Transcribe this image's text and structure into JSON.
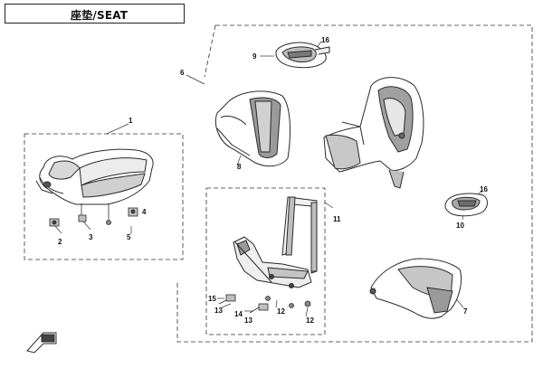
{
  "title": "座垫/SEAT",
  "callouts": {
    "c1": "1",
    "c2": "2",
    "c3": "3",
    "c4": "4",
    "c5": "5",
    "c6": "6",
    "c7": "7",
    "c8": "8",
    "c9": "9",
    "c10": "10",
    "c11": "11",
    "c12a": "12",
    "c12b": "12",
    "c13a": "13",
    "c13b": "13",
    "c14": "14",
    "c15": "15",
    "c16a": "16",
    "c16b": "16"
  },
  "colors": {
    "line": "#2a2a2a",
    "shade": "#9a9a9a",
    "dark": "#555555"
  }
}
